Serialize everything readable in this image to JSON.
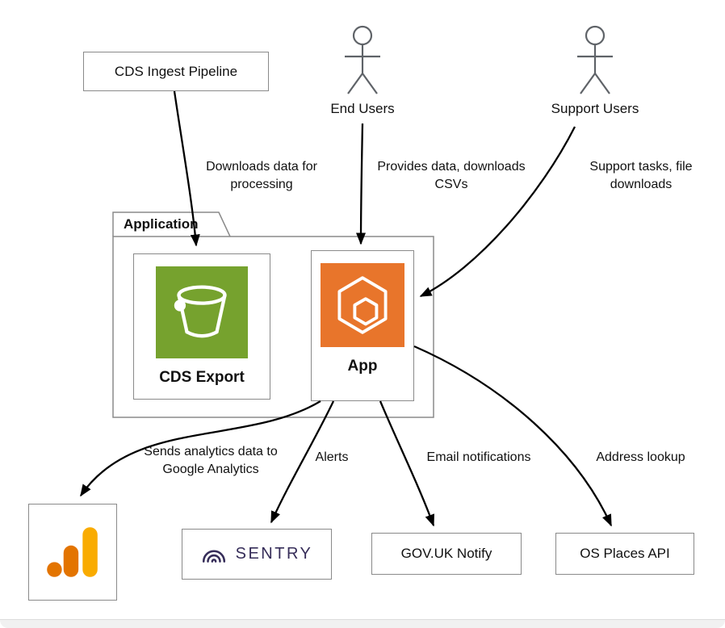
{
  "nodes": {
    "cds_ingest": {
      "label": "CDS Ingest Pipeline"
    },
    "end_users": {
      "label": "End Users"
    },
    "support_users": {
      "label": "Support Users"
    },
    "application_group": {
      "label": "Application"
    },
    "cds_export": {
      "label": "CDS Export"
    },
    "app": {
      "label": "App"
    },
    "sentry": {
      "label": "SENTRY"
    },
    "govuk_notify": {
      "label": "GOV.UK Notify"
    },
    "os_places": {
      "label": "OS Places API"
    }
  },
  "edges": {
    "ingest_to_cds_export": {
      "label": "Downloads data for processing"
    },
    "end_users_to_app": {
      "label": "Provides data, downloads CSVs"
    },
    "support_users_to_app": {
      "label": "Support tasks, file downloads"
    },
    "app_to_google_analytics": {
      "label": "Sends analytics data to Google Analytics"
    },
    "app_to_sentry": {
      "label": "Alerts"
    },
    "app_to_notify": {
      "label": "Email notifications"
    },
    "app_to_os_places": {
      "label": "Address lookup"
    }
  },
  "icons": {
    "cds_export": "aws-s3-bucket-icon",
    "app": "aws-ecs-container-icon",
    "google_analytics": "google-analytics-icon",
    "sentry": "sentry-logo-icon",
    "end_users": "person-actor-icon",
    "support_users": "person-actor-icon"
  },
  "colors": {
    "s3_green": "#76A22E",
    "ecs_orange": "#E8752B",
    "ga_bar_light": "#F9AB00",
    "ga_bar_dark": "#E37400",
    "sentry_purple": "#362D59",
    "actor_gray": "#5F6368",
    "border_gray": "#8A8A8A",
    "arrow_black": "#000000"
  }
}
